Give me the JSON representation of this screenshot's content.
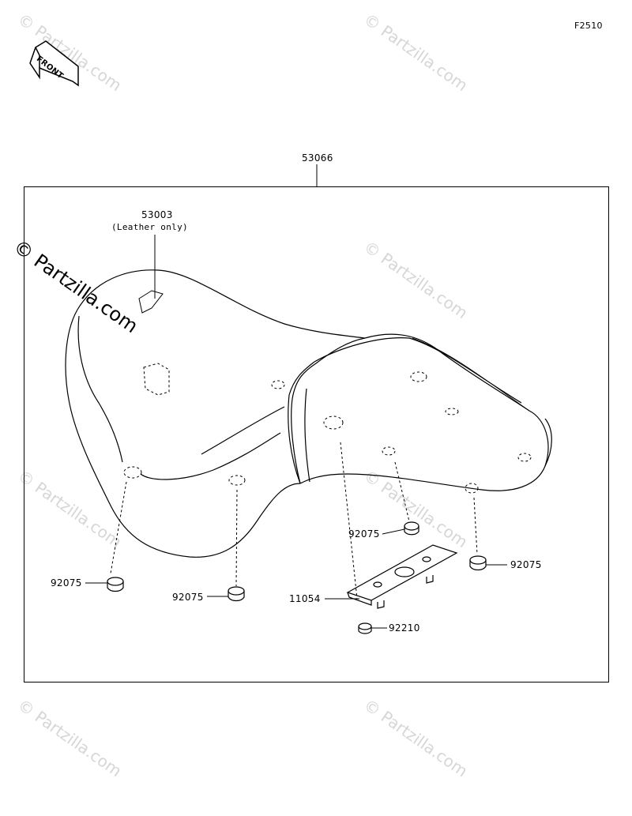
{
  "figure_code": "F2510",
  "front_arrow_text": "FRONT",
  "watermarks": {
    "light": "© Partzilla.com",
    "dark": "© Partzilla.com"
  },
  "parts": {
    "seat_assembly": "53066",
    "cover": "53003",
    "cover_note": "(Leather only)",
    "damper_left_front": "92075",
    "damper_left_rear": "92075",
    "damper_right_mid": "92075",
    "damper_right_rear": "92075",
    "bracket": "11054",
    "grommet": "92210"
  }
}
